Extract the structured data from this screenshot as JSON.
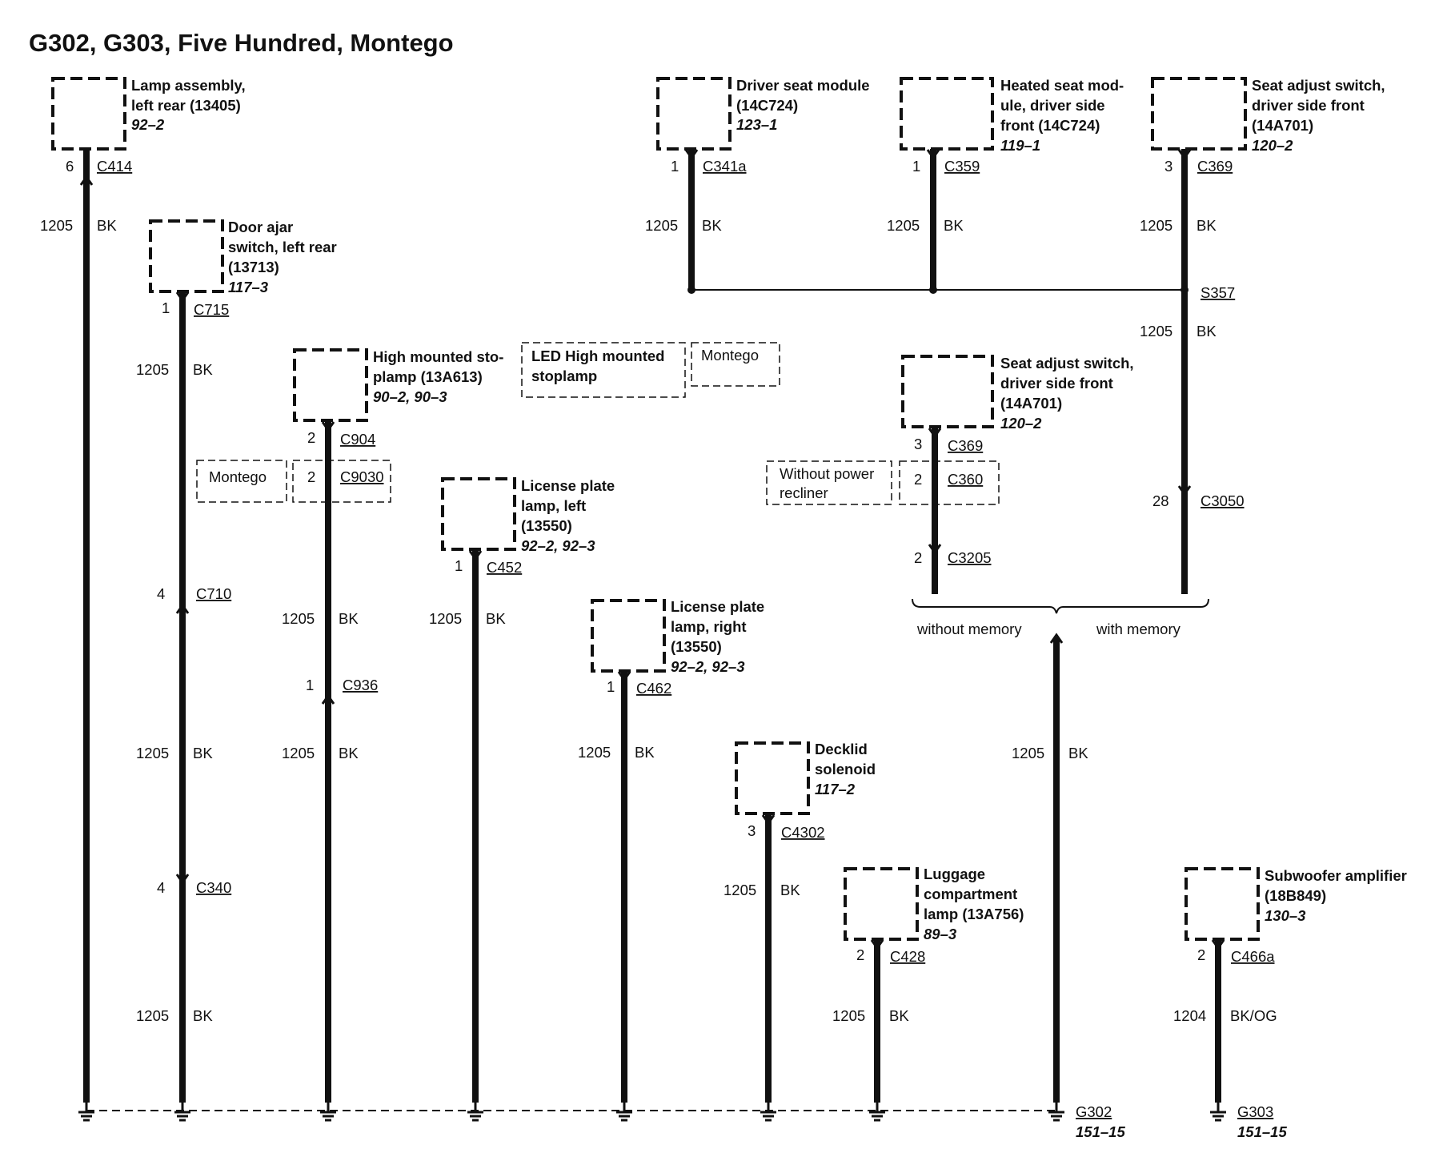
{
  "title": "G302, G303, Five Hundred, Montego",
  "components": {
    "lamp_lr": {
      "lines": [
        "Lamp assembly,",
        "left rear (13405)"
      ],
      "ref": "92–2",
      "pin": "6",
      "connector": "C414",
      "wire": "1205",
      "color": "BK"
    },
    "door_ajar": {
      "lines": [
        "Door ajar",
        "switch, left rear",
        "(13713)"
      ],
      "ref": "117–3",
      "pin": "1",
      "connector": "C715",
      "wire": "1205",
      "color": "BK",
      "inline": [
        {
          "pin": "4",
          "connector": "C710",
          "wire": "1205",
          "color": "BK"
        },
        {
          "pin": "4",
          "connector": "C340",
          "wire": "1205",
          "color": "BK"
        }
      ]
    },
    "hmsl": {
      "lines": [
        "High mounted sto-",
        "plamp (13A613)"
      ],
      "ref": "90–2, 90–3",
      "pin": "2",
      "connector": "C904",
      "montego_pin": "2",
      "montego_connector": "C9030",
      "wire": "1205",
      "color": "BK",
      "inline_pin": "1",
      "inline_connector": "C936",
      "wire2": "1205",
      "color2": "BK"
    },
    "led_hmsl": {
      "lines": [
        "LED High mounted",
        "stoplamp"
      ],
      "montego": "Montego"
    },
    "montego_label": "Montego",
    "lic_left": {
      "lines": [
        "License plate",
        "lamp, left",
        "(13550)"
      ],
      "ref": "92–2, 92–3",
      "pin": "1",
      "connector": "C452",
      "wire": "1205",
      "color": "BK"
    },
    "lic_right": {
      "lines": [
        "License plate",
        "lamp, right",
        "(13550)"
      ],
      "ref": "92–2, 92–3",
      "pin": "1",
      "connector": "C462",
      "wire": "1205",
      "color": "BK"
    },
    "decklid": {
      "lines": [
        "Decklid",
        "solenoid"
      ],
      "ref": "117–2",
      "pin": "3",
      "connector": "C4302",
      "wire": "1205",
      "color": "BK"
    },
    "luggage": {
      "lines": [
        "Luggage",
        "compartment",
        "lamp (13A756)"
      ],
      "ref": "89–3",
      "pin": "2",
      "connector": "C428",
      "wire": "1205",
      "color": "BK"
    },
    "driver_seat": {
      "lines": [
        "Driver seat module",
        "(14C724)"
      ],
      "ref": "123–1",
      "pin": "1",
      "connector": "C341a",
      "wire": "1205",
      "color": "BK"
    },
    "heated_seat": {
      "lines": [
        "Heated seat mod-",
        "ule, driver side",
        "front (14C724)"
      ],
      "ref": "119–1",
      "pin": "1",
      "connector": "C359",
      "wire": "1205",
      "color": "BK"
    },
    "seat_adj_top": {
      "lines": [
        "Seat adjust switch,",
        "driver side front",
        "(14A701)"
      ],
      "ref": "120–2",
      "pin": "3",
      "connector": "C369",
      "wire": "1205",
      "color": "BK",
      "splice": "S357",
      "wire2": "1205",
      "color2": "BK",
      "inline_pin": "28",
      "inline_connector": "C3050"
    },
    "seat_adj_mid": {
      "lines": [
        "Seat adjust switch,",
        "driver side front",
        "(14A701)"
      ],
      "ref": "120–2",
      "pin": "3",
      "connector": "C369",
      "recliner_lines": [
        "Without power",
        "recliner"
      ],
      "recliner_pin": "2",
      "recliner_connector": "C360",
      "inline_pin": "2",
      "inline_connector": "C3205"
    },
    "options": {
      "without": "without memory",
      "with": "with memory",
      "wire": "1205",
      "color": "BK"
    },
    "subwoofer": {
      "lines": [
        "Subwoofer amplifier",
        "(18B849)"
      ],
      "ref": "130–3",
      "pin": "2",
      "connector": "C466a",
      "wire": "1204",
      "color": "BK/OG"
    }
  },
  "grounds": [
    {
      "name": "G302",
      "ref": "151–15"
    },
    {
      "name": "G303",
      "ref": "151–15"
    }
  ]
}
